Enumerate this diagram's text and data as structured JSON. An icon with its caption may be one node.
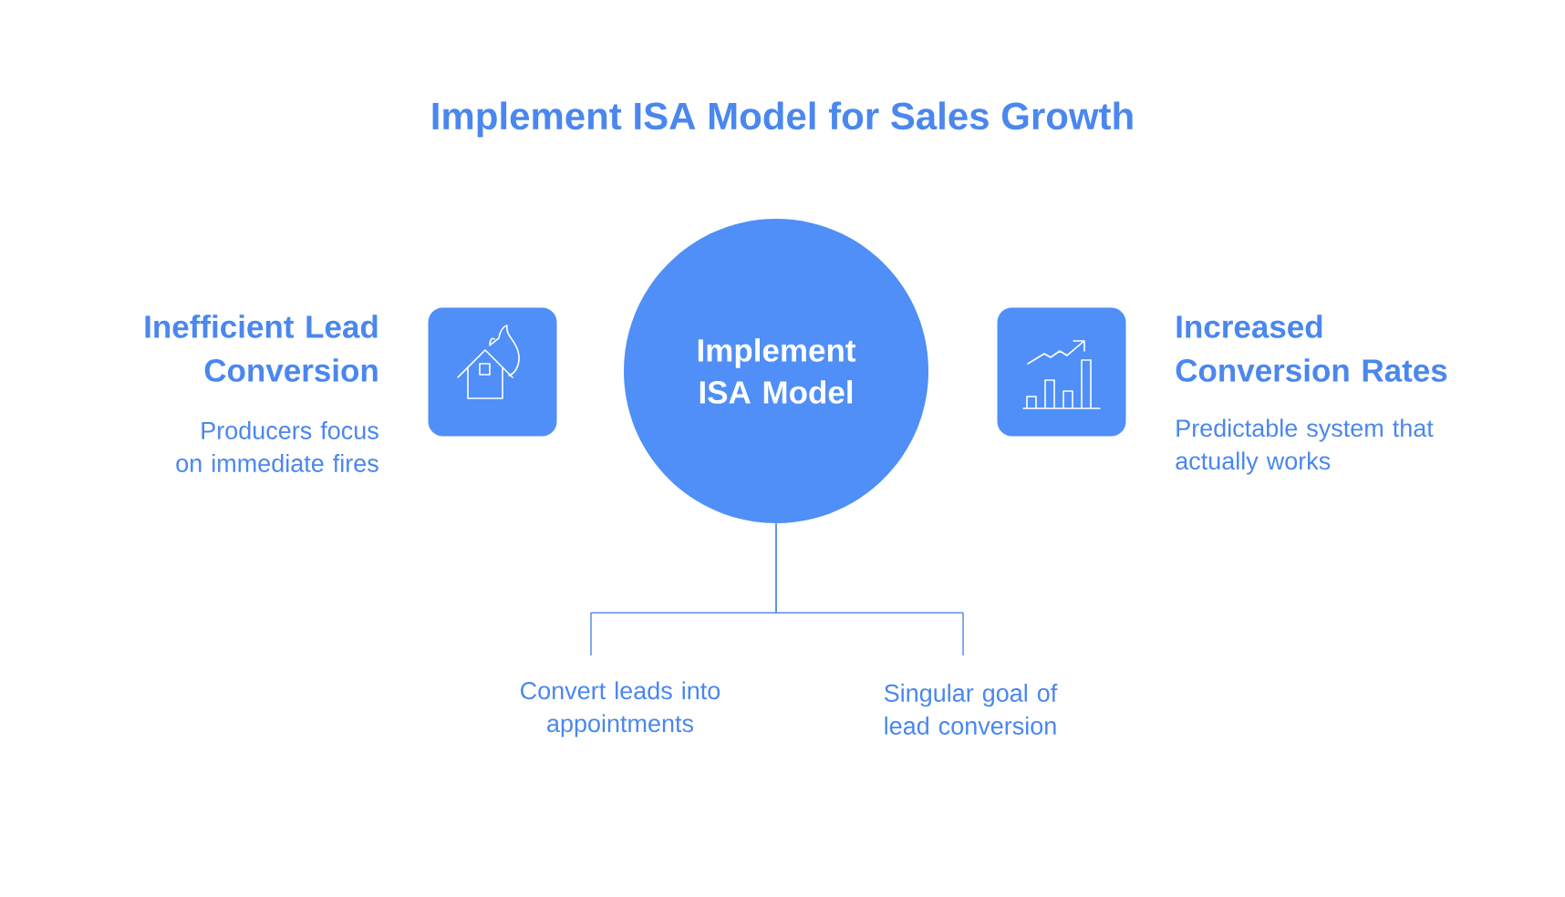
{
  "diagram": {
    "title": "Implement ISA Model for Sales Growth",
    "nodes": [
      {
        "text": [],
        "shape": "box"
      },
      {
        "text": [
          "Implement ISA Model"
        ]
      },
      {
        "text": [],
        "shape": "box"
      },
      {
        "text": [
          "Convert leads into appointments"
        ]
      },
      {
        "text": [
          "Singular goal of lead conversion"
        ]
      }
    ],
    "edges": [
      {
        "from": 1,
        "to": 3,
        "arrow": "none"
      },
      {
        "from": 1,
        "to": 4,
        "arrow": "none"
      }
    ],
    "labels": [
      "Inefficient Lead Conversion",
      "Producers focus on immediate fires",
      "Increased Conversion Rates",
      "Predictable system that actually works"
    ]
  }
}
